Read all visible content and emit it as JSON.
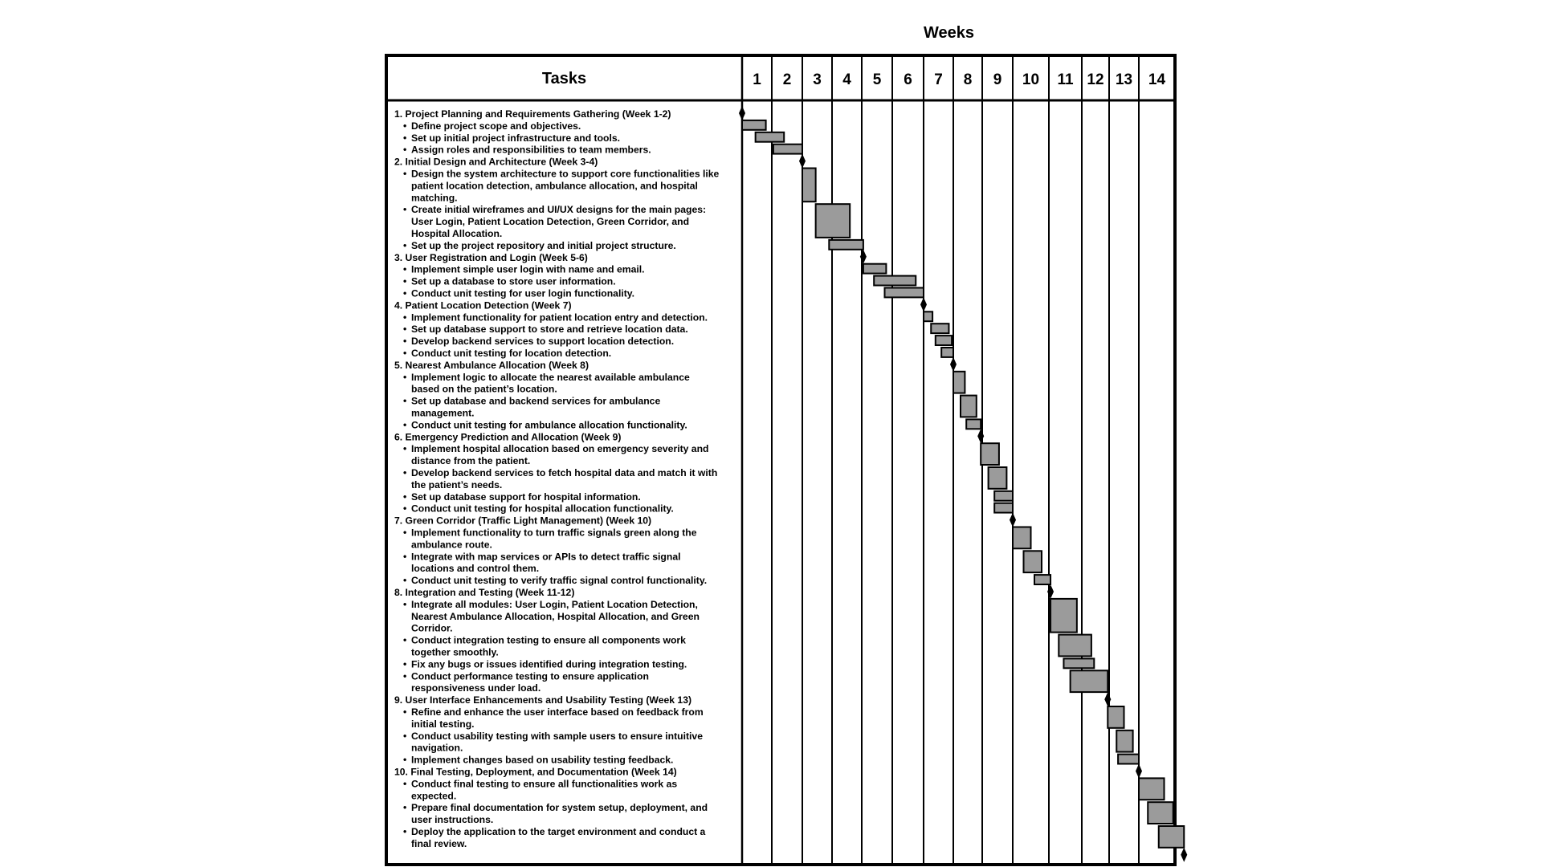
{
  "header": {
    "weeks_title": "Weeks",
    "tasks_heading": "Tasks"
  },
  "weeks": [
    "1",
    "2",
    "3",
    "4",
    "5",
    "6",
    "7",
    "8",
    "9",
    "10",
    "11",
    "12",
    "13",
    "14"
  ],
  "colors": {
    "bar_fill": "#9b9b9b",
    "line": "#000000"
  },
  "phases": [
    {
      "title": "1. Project Planning and Requirements Gathering (Week 1-2)",
      "tasks": [
        {
          "lines": [
            "Define project scope and objectives."
          ],
          "start": 1.0,
          "end": 1.8
        },
        {
          "lines": [
            "Set up initial project infrastructure and tools."
          ],
          "start": 1.45,
          "end": 2.4
        },
        {
          "lines": [
            "Assign roles and responsibilities to team members."
          ],
          "start": 2.05,
          "end": 3.0
        }
      ]
    },
    {
      "title": "2. Initial Design and Architecture (Week 3-4)",
      "tasks": [
        {
          "lines": [
            "Design the system architecture to support core functionalities like",
            "patient location detection, ambulance allocation, and hospital",
            "matching."
          ],
          "start": 3.0,
          "end": 3.45
        },
        {
          "lines": [
            "Create initial wireframes and UI/UX designs for the main pages:",
            "User Login, Patient Location Detection, Green Corridor, and",
            "Hospital Allocation."
          ],
          "start": 3.45,
          "end": 4.6
        },
        {
          "lines": [
            "Set up the project repository and initial project structure."
          ],
          "start": 3.9,
          "end": 5.05
        }
      ]
    },
    {
      "title": "3. User Registration and Login (Week 5-6)",
      "tasks": [
        {
          "lines": [
            "Implement simple user login with name and email."
          ],
          "start": 5.05,
          "end": 5.8
        },
        {
          "lines": [
            "Set up a database to store user information."
          ],
          "start": 5.4,
          "end": 6.75
        },
        {
          "lines": [
            "Conduct unit testing for user login functionality."
          ],
          "start": 5.75,
          "end": 7.0
        }
      ]
    },
    {
      "title": "4. Patient Location Detection (Week 7)",
      "tasks": [
        {
          "lines": [
            "Implement functionality for patient location entry and detection."
          ],
          "start": 7.0,
          "end": 7.3
        },
        {
          "lines": [
            "Set up database support to store and retrieve location data."
          ],
          "start": 7.25,
          "end": 7.85
        },
        {
          "lines": [
            "Develop backend services to support location detection."
          ],
          "start": 7.4,
          "end": 7.95
        },
        {
          "lines": [
            "Conduct unit testing for location detection."
          ],
          "start": 7.6,
          "end": 8.0
        }
      ]
    },
    {
      "title": "5. Nearest Ambulance Allocation (Week 8)",
      "tasks": [
        {
          "lines": [
            "Implement logic to allocate the nearest available ambulance",
            "based on the patient’s location."
          ],
          "start": 8.0,
          "end": 8.4
        },
        {
          "lines": [
            "Set up database and backend services for ambulance",
            "management."
          ],
          "start": 8.25,
          "end": 8.8
        },
        {
          "lines": [
            "Conduct unit testing for ambulance allocation functionality."
          ],
          "start": 8.45,
          "end": 8.95
        }
      ]
    },
    {
      "title": "6. Emergency Prediction and Allocation (Week 9)",
      "tasks": [
        {
          "lines": [
            "Implement hospital allocation based on emergency severity and",
            "distance from the patient."
          ],
          "start": 8.95,
          "end": 9.55
        },
        {
          "lines": [
            "Develop backend services to fetch hospital data and match it with",
            "the patient’s needs."
          ],
          "start": 9.2,
          "end": 9.8
        },
        {
          "lines": [
            "Set up database support for hospital information."
          ],
          "start": 9.4,
          "end": 10.0
        },
        {
          "lines": [
            "Conduct unit testing for hospital allocation functionality."
          ],
          "start": 9.4,
          "end": 10.0
        }
      ]
    },
    {
      "title": "7. Green Corridor (Traffic Light Management) (Week 10)",
      "tasks": [
        {
          "lines": [
            "Implement functionality to turn traffic signals green along the",
            "ambulance route."
          ],
          "start": 10.0,
          "end": 10.5
        },
        {
          "lines": [
            "Integrate with map services or APIs to detect traffic signal",
            "locations and control them."
          ],
          "start": 10.3,
          "end": 10.8
        },
        {
          "lines": [
            "Conduct unit testing to verify traffic signal control functionality."
          ],
          "start": 10.6,
          "end": 11.05
        }
      ]
    },
    {
      "title": "8. Integration and Testing (Week 11-12)",
      "tasks": [
        {
          "lines": [
            "Integrate all modules: User Login, Patient Location Detection,",
            "Nearest Ambulance Allocation, Hospital Allocation, and Green",
            "Corridor."
          ],
          "start": 11.05,
          "end": 11.85
        },
        {
          "lines": [
            "Conduct integration testing to ensure all components work",
            "together smoothly."
          ],
          "start": 11.3,
          "end": 12.35
        },
        {
          "lines": [
            "Fix any bugs or issues identified during integration testing."
          ],
          "start": 11.45,
          "end": 12.45
        },
        {
          "lines": [
            "Conduct performance testing to ensure application",
            "responsiveness under load."
          ],
          "start": 11.65,
          "end": 12.95
        }
      ]
    },
    {
      "title": "9. User Interface Enhancements and Usability Testing (Week 13)",
      "tasks": [
        {
          "lines": [
            "Refine and enhance the user interface based on feedback from",
            "initial testing."
          ],
          "start": 12.95,
          "end": 13.5
        },
        {
          "lines": [
            "Conduct usability testing with sample users to ensure intuitive",
            "navigation."
          ],
          "start": 13.25,
          "end": 13.8
        },
        {
          "lines": [
            "Implement changes based on usability testing feedback."
          ],
          "start": 13.3,
          "end": 14.0
        }
      ]
    },
    {
      "title": "10. Final Testing, Deployment, and Documentation (Week 14)",
      "tasks": [
        {
          "lines": [
            "Conduct final testing to ensure all functionalities work as",
            "expected."
          ],
          "start": 14.0,
          "end": 14.7
        },
        {
          "lines": [
            "Prepare final documentation for system setup, deployment, and",
            "user instructions."
          ],
          "start": 14.25,
          "end": 14.95
        },
        {
          "lines": [
            "Deploy the application to the target environment and conduct a",
            "final review."
          ],
          "start": 14.55,
          "end": 15.25
        }
      ]
    }
  ]
}
